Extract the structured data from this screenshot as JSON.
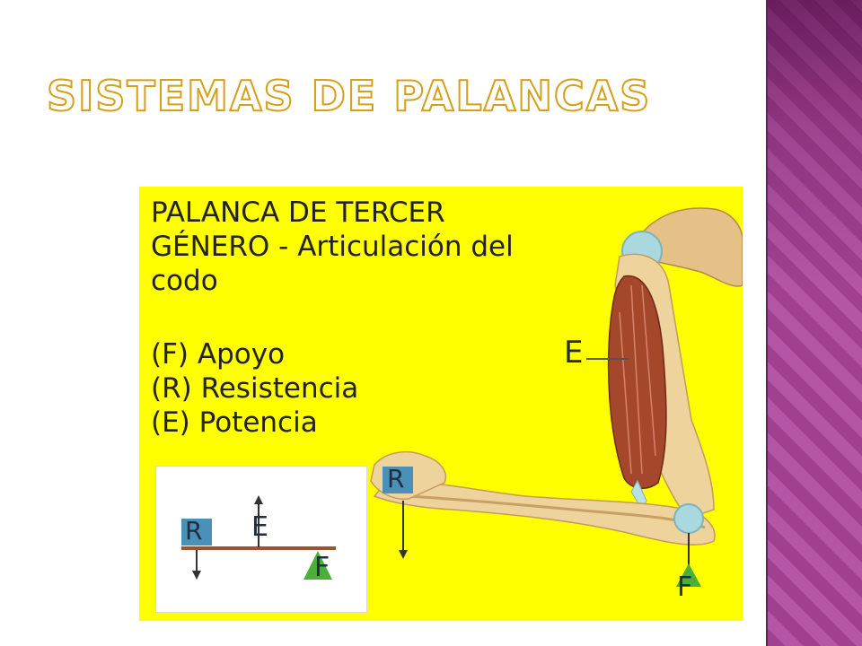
{
  "slide": {
    "title": "Sistemas de palancas"
  },
  "figure": {
    "heading_line1": "PALANCA DE TERCER",
    "heading_line2": "GÉNERO - Articulación del",
    "heading_line3": "codo",
    "legend_apoyo": "(F) Apoyo",
    "legend_resistencia": "(R) Resistencia",
    "legend_potencia": "(E) Potencia",
    "arm_label_effort": "E",
    "arm_label_resistance": "R",
    "arm_label_fulcrum": "F",
    "inset_label_resistance": "R",
    "inset_label_effort": "E",
    "inset_label_fulcrum": "F"
  },
  "colors": {
    "figure_background": "#ffff00",
    "title_stroke": "#d4a017",
    "side_band": "#a84a98",
    "resistance_box": "#4a90b8",
    "fulcrum_triangle": "#4caf3a",
    "bone": "#e8c98a",
    "muscle": "#a5472b"
  }
}
